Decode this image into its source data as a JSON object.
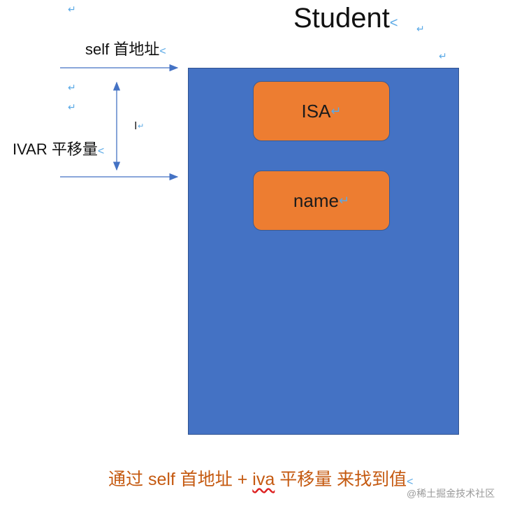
{
  "title": "Student",
  "labels": {
    "self_address": "self 首地址",
    "ivar_offset": "IVAR 平移量"
  },
  "fields": [
    {
      "name": "ISA"
    },
    {
      "name": "name"
    }
  ],
  "caption": {
    "part1": "通过 self 首地址  + ",
    "part2": "iva",
    "part3": " 平移量  来找到值"
  },
  "watermark": "@稀土掘金技术社区",
  "symbols": {
    "paragraph_mark": "↵",
    "cursor": "I"
  },
  "colors": {
    "struct_fill": "#4472c4",
    "field_fill": "#ed7d31",
    "arrow": "#4472c4",
    "caption": "#c55a11",
    "paragraph_mark": "#5aa9e6"
  }
}
